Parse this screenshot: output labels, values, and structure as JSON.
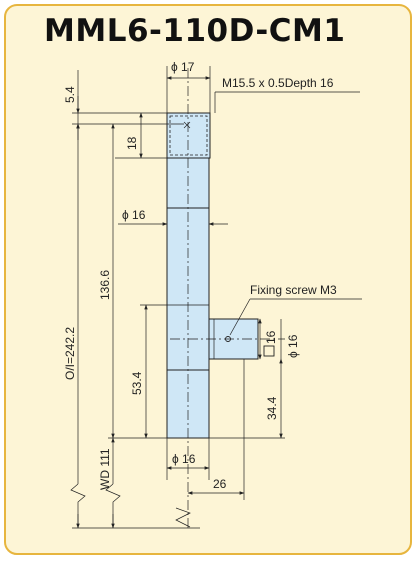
{
  "title": "MML6-110D-CM1",
  "labels": {
    "dia_17": "ϕ 17",
    "thread": "M15.5 x 0.5Depth 16",
    "dim_5_4": "5.4",
    "dim_18": "18",
    "dia_16_mid": "ϕ 16",
    "dim_136_6": "136.6",
    "dim_242_2": "O/I=242.2",
    "fixing_screw": "Fixing screw M3",
    "dim_16_side": "16",
    "dia_16_side": "ϕ 16",
    "dim_53_4": "53.4",
    "dim_34_4": "34.4",
    "wd": "WD 111",
    "dia_16_bottom": "ϕ 16",
    "dim_26": "26"
  },
  "colors": {
    "panel_background": "#fdf5d6",
    "panel_border": "#e7b53e",
    "lens_body": "#cfe7f6",
    "line": "#222222"
  }
}
